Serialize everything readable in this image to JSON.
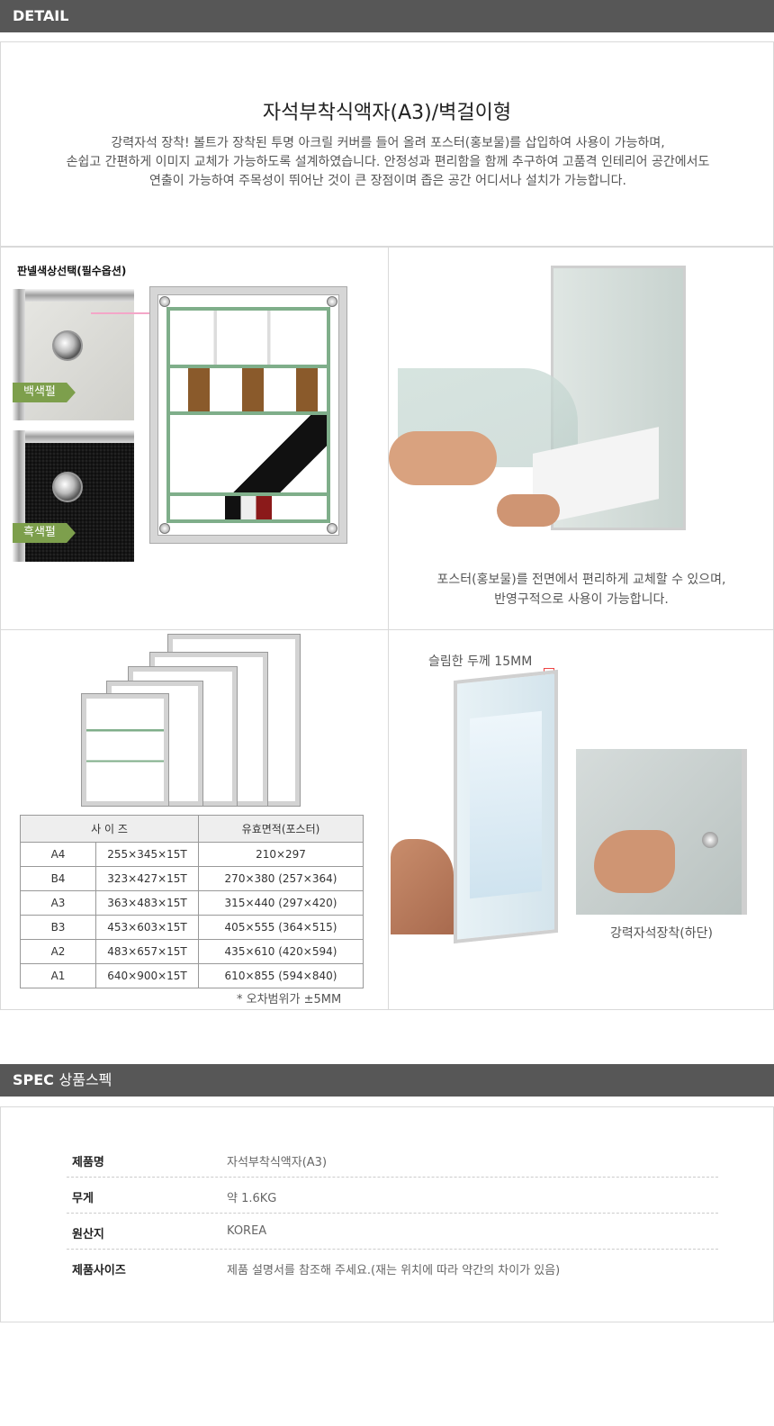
{
  "detail_header": {
    "label": "DETAIL"
  },
  "intro": {
    "title": "자석부착식액자(A3)/벽걸이형",
    "description_lines": [
      "강력자석 장착! 볼트가 장착된 투명 아크릴 커버를 들어 올려 포스터(홍보물)를 삽입하여 사용이 가능하며,",
      "손쉽고 간편하게 이미지 교체가 가능하도록 설계하였습니다. 안정성과 편리함을 함께 추구하여 고품격 인테리어 공간에서도",
      "연출이 가능하여 주목성이 뛰어난 것이 큰 장점이며 좁은 공간 어디서나 설치가 가능합니다."
    ]
  },
  "panel_color": {
    "title": "판넬색상선택(필수옵션)",
    "options": [
      "백색펄",
      "흑색펄"
    ]
  },
  "poster_change": {
    "caption_lines": [
      "포스터(홍보물)를 전면에서 편리하게 교체할 수 있으며,",
      "반영구적으로 사용이 가능합니다."
    ]
  },
  "size_table": {
    "headers": [
      "사 이 즈",
      "유효면적(포스터)"
    ],
    "rows": [
      [
        "A4",
        "255×345×15T",
        "210×297"
      ],
      [
        "B4",
        "323×427×15T",
        "270×380 (257×364)"
      ],
      [
        "A3",
        "363×483×15T",
        "315×440 (297×420)"
      ],
      [
        "B3",
        "453×603×15T",
        "405×555 (364×515)"
      ],
      [
        "A2",
        "483×657×15T",
        "435×610 (420×594)"
      ],
      [
        "A1",
        "640×900×15T",
        "610×855 (594×840)"
      ]
    ],
    "note": "* 오차범위가 ±5MM"
  },
  "thickness": {
    "label": "슬림한 두께 15MM",
    "magnet_caption": "강력자석장착(하단)"
  },
  "spec_header": {
    "label": "SPEC",
    "sub": "상품스펙"
  },
  "spec": [
    {
      "key": "제품명",
      "value": "자석부착식액자(A3)"
    },
    {
      "key": "무게",
      "value": "약 1.6KG"
    },
    {
      "key": "원산지",
      "value": "KOREA"
    },
    {
      "key": "제품사이즈",
      "value": "제품 설명서를 참조해 주세요.(재는 위치에 따라 약간의 차이가 있음)"
    }
  ],
  "colors": {
    "header_bar": "#575757",
    "tag_green": "#7d9f4c",
    "poster_green": "#7fae8a",
    "pink": "#f4a6c8"
  }
}
